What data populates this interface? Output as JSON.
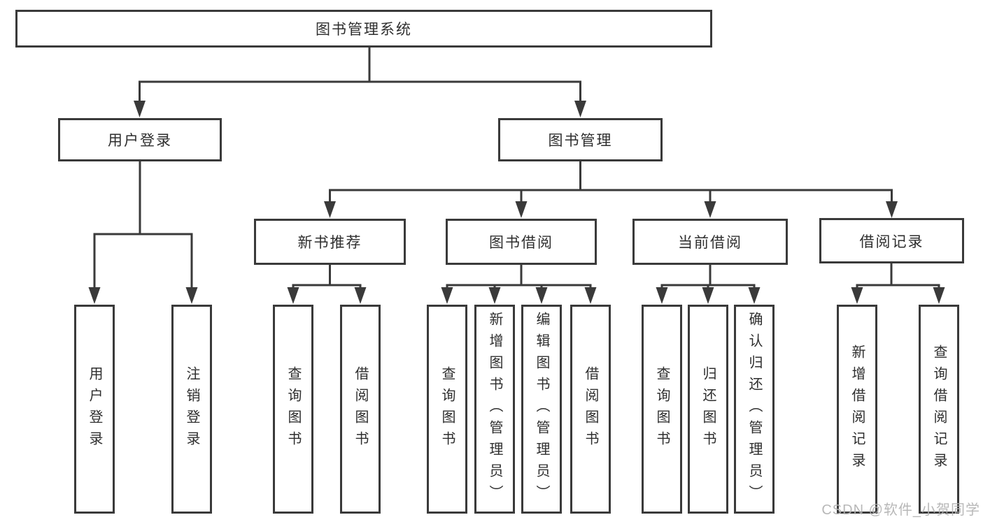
{
  "tree": {
    "label": "图书管理系统",
    "children": [
      {
        "label": "用户登录",
        "children": [
          {
            "label": "用户登录"
          },
          {
            "label": "注销登录"
          }
        ]
      },
      {
        "label": "图书管理",
        "children": [
          {
            "label": "新书推荐",
            "children": [
              {
                "label": "查询图书"
              },
              {
                "label": "借阅图书"
              }
            ]
          },
          {
            "label": "图书借阅",
            "children": [
              {
                "label": "查询图书"
              },
              {
                "label": "新增图书（管理员）"
              },
              {
                "label": "编辑图书（管理员）"
              },
              {
                "label": "借阅图书"
              }
            ]
          },
          {
            "label": "当前借阅",
            "children": [
              {
                "label": "查询图书"
              },
              {
                "label": "归还图书"
              },
              {
                "label": "确认归还（管理员）"
              }
            ]
          },
          {
            "label": "借阅记录",
            "children": [
              {
                "label": "新增借阅记录"
              },
              {
                "label": "查询借阅记录"
              }
            ]
          }
        ]
      }
    ]
  },
  "watermark": {
    "text": "CSDN @软件_小贺同学",
    "color": "#b2b2b2"
  },
  "colors": {
    "line": "#3a3a3a",
    "text": "#2e2e2e",
    "background": "#ffffff"
  }
}
